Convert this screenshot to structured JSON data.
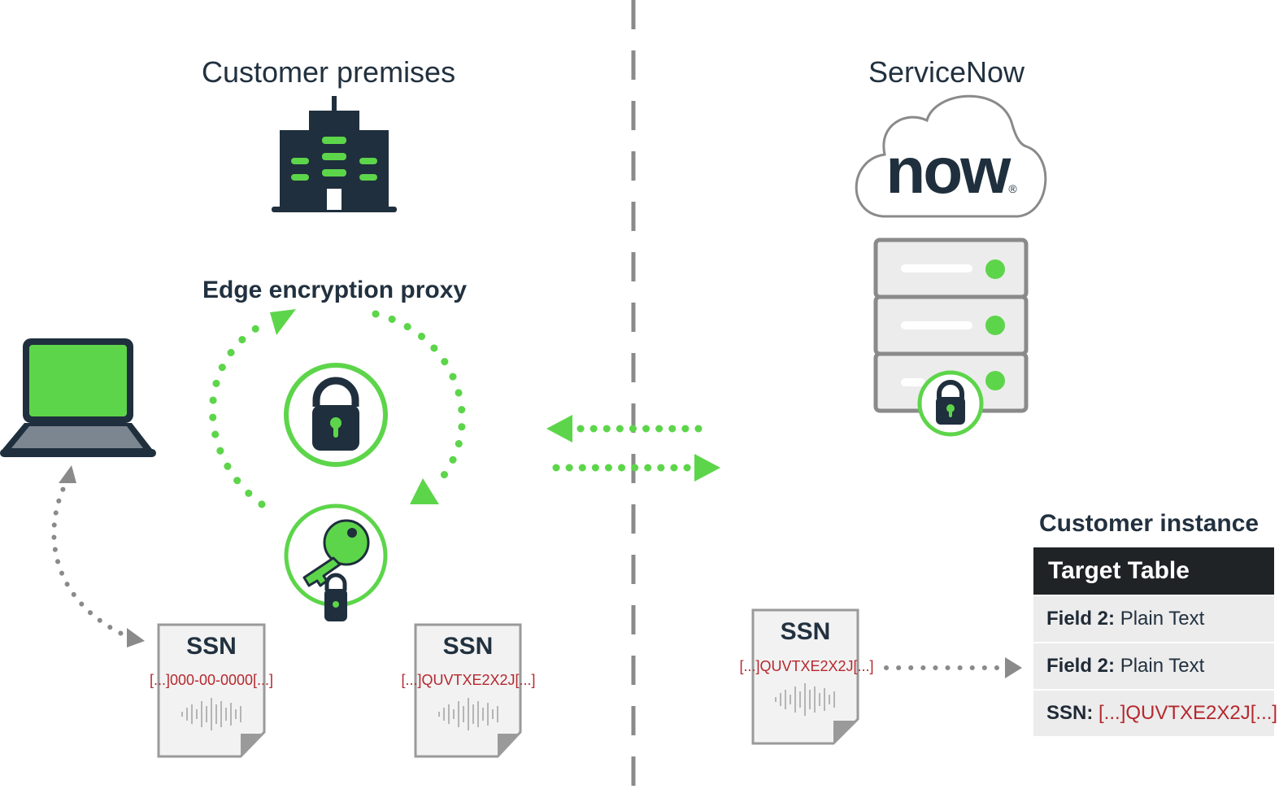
{
  "left_section": {
    "heading": "Customer premises",
    "proxy_label": "Edge encryption proxy"
  },
  "right_section": {
    "heading": "ServiceNow",
    "logo_text": "now",
    "logo_mark": "®"
  },
  "documents": [
    {
      "title": "SSN",
      "value": "[...]000-00-0000[...]"
    },
    {
      "title": "SSN",
      "value": "[...]QUVTXE2X2J[...]"
    },
    {
      "title": "SSN",
      "value": "[...]QUVTXE2X2J[...]"
    }
  ],
  "customer_instance": {
    "label": "Customer instance",
    "table": {
      "title": "Target Table",
      "rows": [
        {
          "key": "Field 2:",
          "value": "Plain Text",
          "encrypted": false
        },
        {
          "key": "Field 2:",
          "value": "Plain Text",
          "encrypted": false
        },
        {
          "key": "SSN:",
          "value": "[...]QUVTXE2X2J[...]",
          "encrypted": true
        }
      ]
    }
  },
  "colors": {
    "accent_green": "#5dd54a",
    "navy": "#1f2f3d",
    "encrypted_red": "#b5282e",
    "gray_arrow": "#8a8a8a"
  },
  "icons": [
    "office-building-icon",
    "laptop-icon",
    "padlock-icon",
    "key-icon",
    "cloud-icon",
    "server-rack-icon",
    "document-icon"
  ]
}
